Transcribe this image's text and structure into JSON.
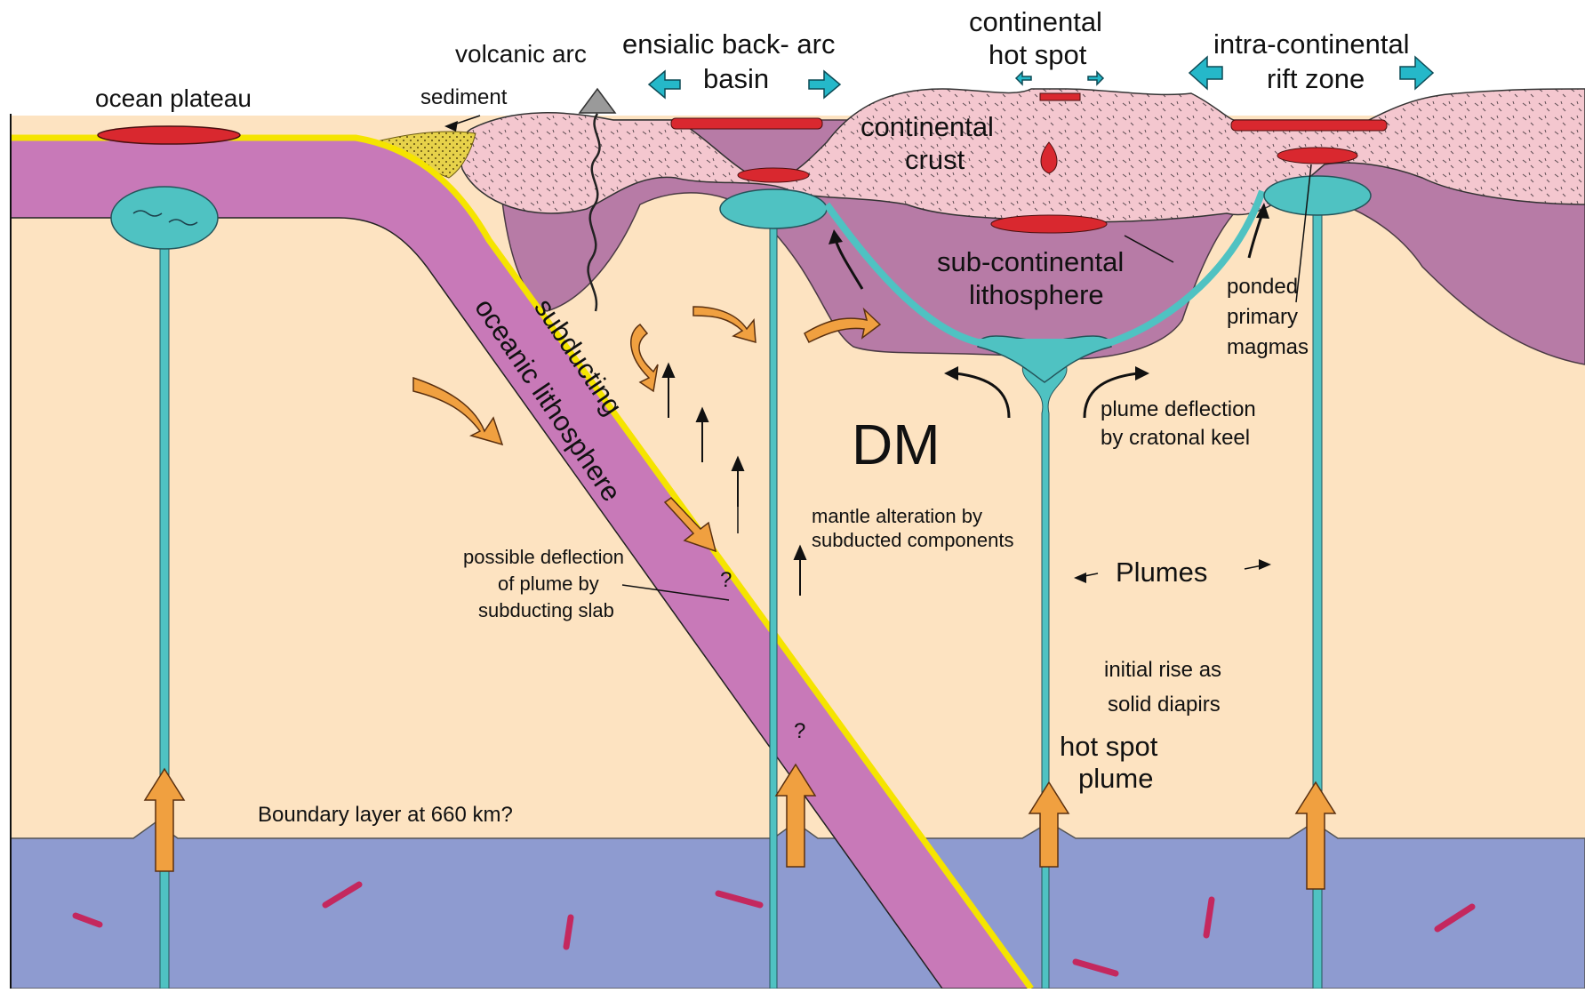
{
  "colors": {
    "background": "#ffffff",
    "upper_mantle": "#fde3c1",
    "lower_mantle": "#8e9bd0",
    "oceanic_slab": "#c879b8",
    "slab_edge": "#f5e400",
    "continental_crust": "#f4c7cf",
    "sub_continental_lithosphere": "#b77ba6",
    "plume_head": "#4fc2c2",
    "magma": "#d9282f",
    "deflection_arrow": "#f0a040",
    "spreading_arrow": "#25b8c9",
    "lower_mantle_streak": "#c4285e",
    "sediment": "#e7d24a",
    "arc_volcano": "#9a9a9a"
  },
  "labels": {
    "ocean_plateau": "ocean plateau",
    "sediment": "sediment",
    "volcanic_arc": "volcanic arc",
    "back_arc_line1": "ensialic back- arc",
    "back_arc_line2": "basin",
    "hot_spot_line1": "continental",
    "hot_spot_line2": "hot spot",
    "rift_line1": "intra-continental",
    "rift_line2": "rift zone",
    "crust_line1": "continental",
    "crust_line2": "crust",
    "lithosphere_line1": "sub-continental",
    "lithosphere_line2": "lithosphere",
    "ponded_line1": "ponded",
    "ponded_line2": "primary",
    "ponded_line3": "magmas",
    "slab_line1": "subducting",
    "slab_line2": "oceanic lithosphere",
    "dm": "DM",
    "plume_deflection_line1": "plume deflection",
    "plume_deflection_line2": "by cratonal keel",
    "mantle_alteration_line1": "mantle alteration by",
    "mantle_alteration_line2": "subducted components",
    "possible_deflection_line1": "possible deflection",
    "possible_deflection_line2": "of plume by",
    "possible_deflection_line3": "subducting slab",
    "question_mark": "?",
    "plumes": "Plumes",
    "initial_rise_line1": "initial rise as",
    "initial_rise_line2": "solid diapirs",
    "hot_spot_plume_line1": "hot spot",
    "hot_spot_plume_line2": "plume",
    "boundary_layer": "Boundary layer at 660 km?"
  }
}
